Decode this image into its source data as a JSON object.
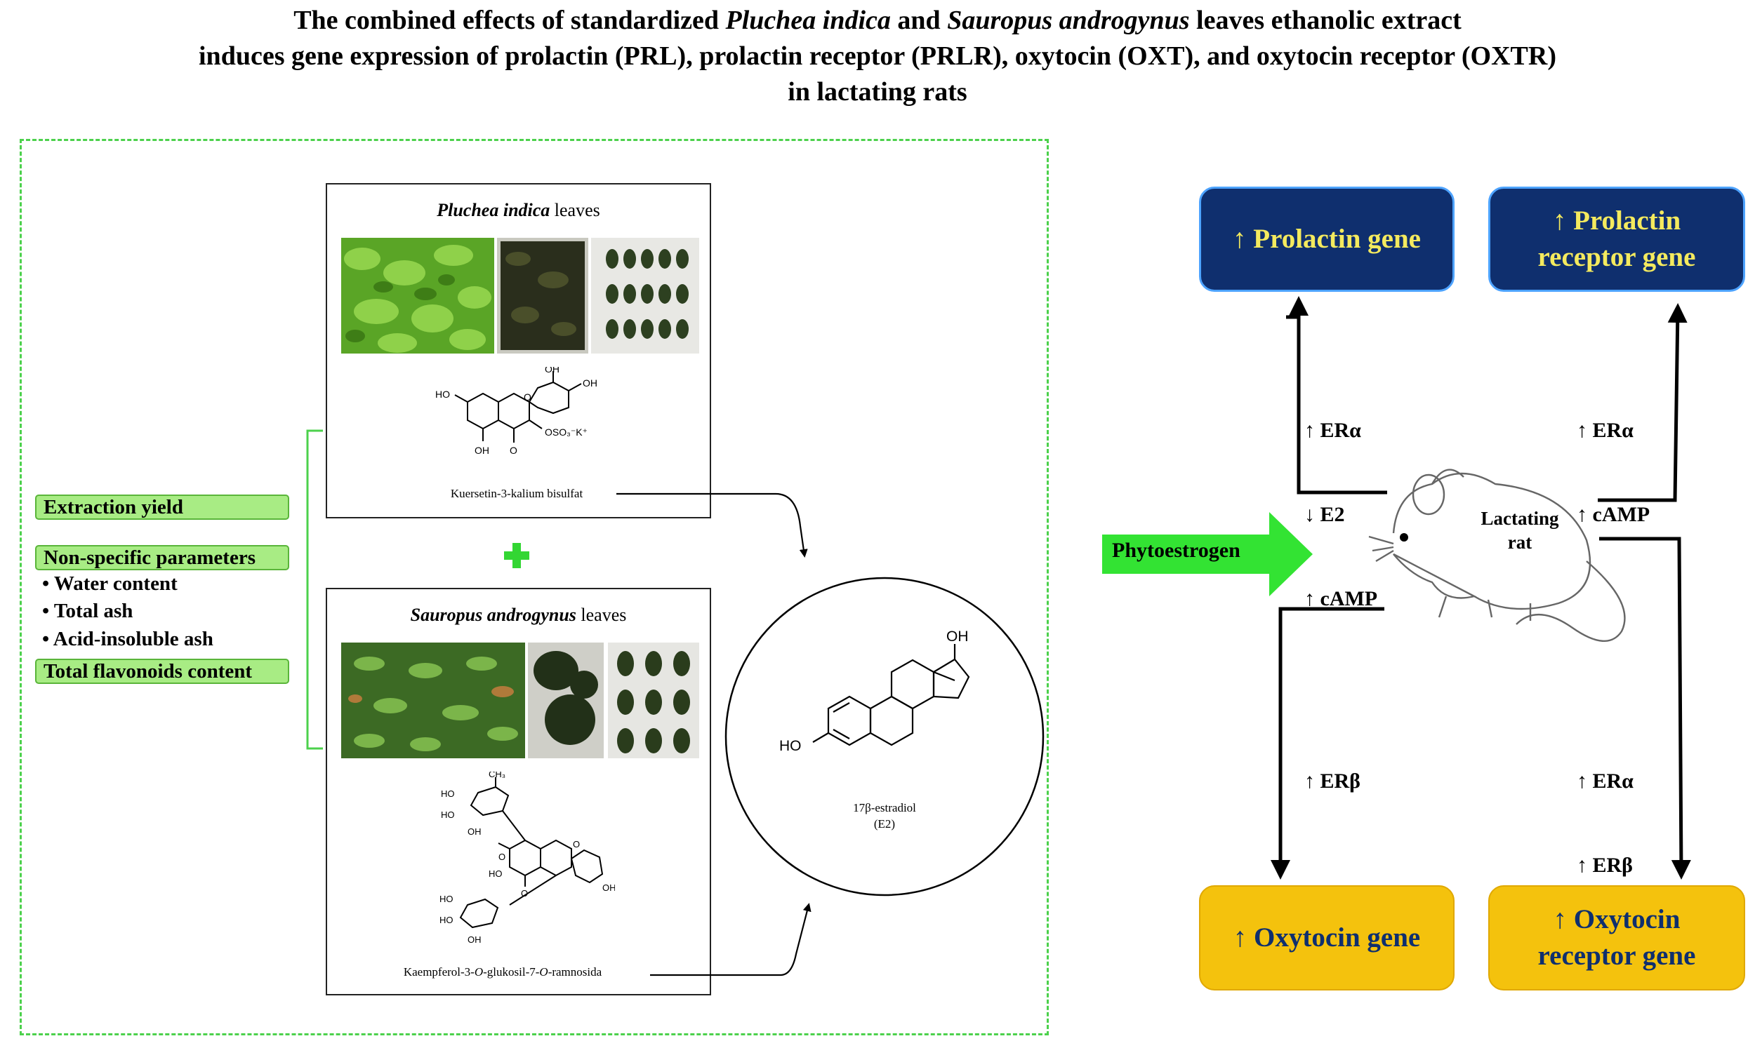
{
  "title": {
    "line1_pre": "The combined effects of standardized ",
    "line1_italic1": "Pluchea indica",
    "line1_mid": " and ",
    "line1_italic2": "Sauropus androgynus",
    "line1_post": " leaves ethanolic extract",
    "line2": "induces gene expression of prolactin (PRL), prolactin receptor (PRLR), oxytocin (OXT), and oxytocin receptor (OXTR)",
    "line3": "in lactating rats"
  },
  "pluchea_panel": {
    "title_italic": "Pluchea indica",
    "title_rest": " leaves",
    "caption": "Kuersetin-3-kalium bisulfat"
  },
  "sauropus_panel": {
    "title_italic": "Sauropus androgynus",
    "title_rest": " leaves",
    "caption_pre": "Kaempferol-3-",
    "caption_o1": "O",
    "caption_mid": "-glukosil-7-",
    "caption_o2": "O",
    "caption_post": "-ramnosida"
  },
  "chem_labels": {
    "oh": "OH",
    "ho": "HO",
    "o": "O",
    "oso3k": "OSO₃⁻K⁺",
    "ch3": "CH₃"
  },
  "parameters": {
    "extraction_yield": "Extraction yield",
    "non_specific": "Non-specific parameters",
    "bullets": [
      "• Water content",
      "• Total ash",
      "• Acid-insoluble ash"
    ],
    "total_flavonoids": "Total flavonoids content"
  },
  "estradiol": {
    "name": "17β-estradiol",
    "abbr": "(E2)",
    "oh": "OH",
    "ho": "HO"
  },
  "phytoestrogen": "Phytoestrogen",
  "rat": {
    "line1": "Lactating",
    "line2": "rat"
  },
  "genes": {
    "prolactin": "↑ Prolactin gene",
    "prolactin_receptor_1": "↑ Prolactin",
    "prolactin_receptor_2": "receptor gene",
    "oxytocin": "↑ Oxytocin gene",
    "oxytocin_receptor_1": "↑ Oxytocin",
    "oxytocin_receptor_2": "receptor gene"
  },
  "regulators": {
    "prolactin": [
      "↑ ERα",
      "↓ E2",
      "↑ cAMP"
    ],
    "prolactin_receptor": [
      "↑ ERα",
      "↑ cAMP"
    ],
    "oxytocin": [
      "↑ ERβ"
    ],
    "oxytocin_receptor": [
      "↑ ERα",
      "↑ ERβ"
    ]
  },
  "colors": {
    "dashed_border": "#4cd14c",
    "green_box": "#a8ec84",
    "navy_box": "#0f2f6e",
    "navy_text": "#f4ea5e",
    "yellow_box": "#f4c20d",
    "yellow_text": "#0f2f6e",
    "phyto_arrow": "#33e333"
  }
}
